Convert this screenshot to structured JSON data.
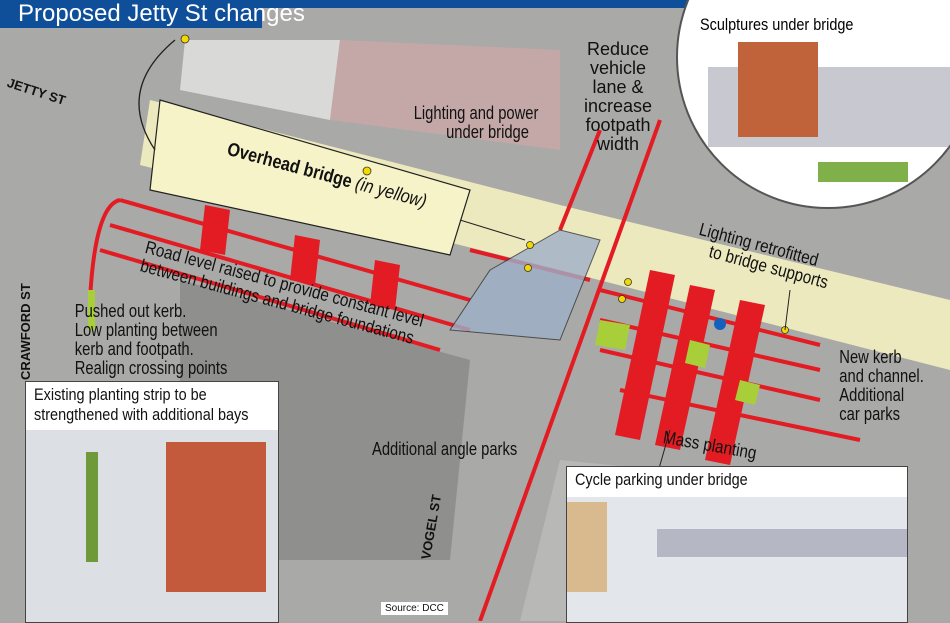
{
  "title": "Proposed Jetty St changes",
  "streets": {
    "jetty": "JETTY ST",
    "crawford": "CRAWFORD ST",
    "vogel": "VOGEL ST"
  },
  "labels": {
    "overhead_bridge": "Overhead bridge",
    "overhead_bridge_note": "(in yellow)",
    "lighting_power": [
      "Lighting and power",
      "under bridge"
    ],
    "reduce_lane": [
      "Reduce",
      "vehicle",
      "lane &",
      "increase",
      "footpath",
      "width"
    ],
    "lighting_retrofitted": [
      "Lighting retrofitted",
      "to bridge supports"
    ],
    "road_level": [
      "Road level raised to provide constant level",
      "between buildings and bridge foundations"
    ],
    "pushed_out_kerb": [
      "Pushed out kerb.",
      "Low planting between",
      "kerb and footpath.",
      "Realign crossing points"
    ],
    "new_kerb": [
      "New kerb",
      "and channel.",
      "Additional",
      "car parks"
    ],
    "mass_planting": "Mass planting",
    "angle_parks": "Additional angle parks"
  },
  "insets": {
    "sculptures": "Sculptures under bridge",
    "planting_strip": [
      "Existing planting strip to be",
      "strengthened with additional bays"
    ],
    "cycle_parking": "Cycle parking under bridge"
  },
  "source": "Source: DCC",
  "colors": {
    "title_bg": "#0f4f9a",
    "bridge": "#f3efc0",
    "road_marking": "#e31b23",
    "planting": "#a8cf3a",
    "light": "#f5d800"
  }
}
